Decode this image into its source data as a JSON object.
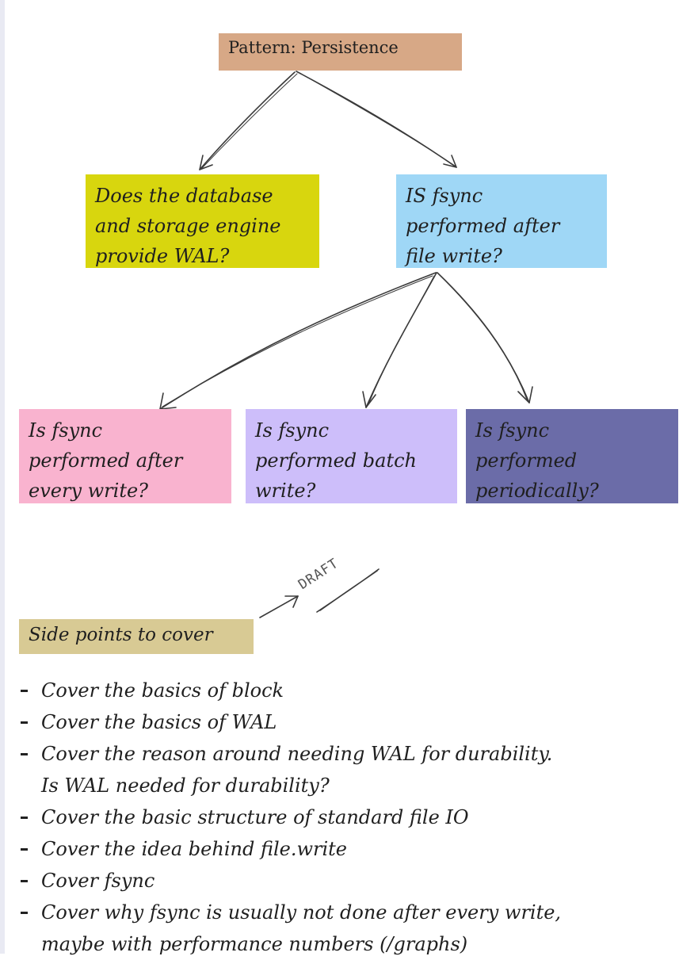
{
  "root": {
    "label": "Pattern: Persistence"
  },
  "level1": {
    "wal": {
      "lines": [
        "Does the database",
        "and storage engine",
        "provide WAL?"
      ],
      "color": "#d8d60e"
    },
    "fsync": {
      "lines": [
        "IS fsync",
        "performed after",
        "file write?"
      ],
      "color": "#9fd7f6"
    }
  },
  "level2": {
    "every": {
      "lines": [
        "Is fsync",
        "performed after",
        "every write?"
      ],
      "color": "#f9b3cf"
    },
    "batch": {
      "lines": [
        "Is fsync",
        "performed batch",
        "write?"
      ],
      "color": "#cdbefa"
    },
    "periodic": {
      "lines": [
        "Is fsync",
        "performed",
        "periodically?"
      ],
      "color": "#6b6ca8"
    }
  },
  "draft": {
    "label": "DRAFT"
  },
  "side": {
    "title": "Side points to cover",
    "items": [
      [
        "Cover the basics of block"
      ],
      [
        "Cover the basics of WAL"
      ],
      [
        "Cover the reason around needing WAL for durability.",
        "Is WAL needed for durability?"
      ],
      [
        "Cover the basic structure of standard file IO"
      ],
      [
        "Cover the idea behind file.write"
      ],
      [
        "Cover fsync"
      ],
      [
        "Cover why fsync is usually not done after every write,",
        "maybe with performance numbers (/graphs)"
      ]
    ]
  }
}
